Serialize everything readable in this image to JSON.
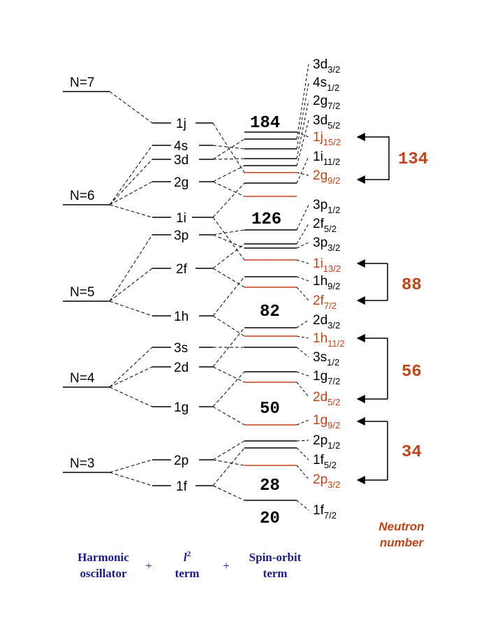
{
  "oscillator_levels": [
    {
      "label": "N=7"
    },
    {
      "label": "N=6"
    },
    {
      "label": "N=5"
    },
    {
      "label": "N=4"
    },
    {
      "label": "N=3"
    }
  ],
  "l2_levels": [
    {
      "label": "1j"
    },
    {
      "label": "4s"
    },
    {
      "label": "3d"
    },
    {
      "label": "2g"
    },
    {
      "label": "1i"
    },
    {
      "label": "3p"
    },
    {
      "label": "2f"
    },
    {
      "label": "1h"
    },
    {
      "label": "3s"
    },
    {
      "label": "2d"
    },
    {
      "label": "1g"
    },
    {
      "label": "2p"
    },
    {
      "label": "1f"
    }
  ],
  "so_levels": [
    {
      "main": "3d",
      "sub": "3/2",
      "red": false
    },
    {
      "main": "4s",
      "sub": "1/2",
      "red": false
    },
    {
      "main": "2g",
      "sub": "7/2",
      "red": false
    },
    {
      "main": "3d",
      "sub": "5/2",
      "red": false
    },
    {
      "main": "1j",
      "sub": "15/2",
      "red": true
    },
    {
      "main": "1i",
      "sub": "11/2",
      "red": false
    },
    {
      "main": "2g",
      "sub": "9/2",
      "red": true
    },
    {
      "main": "3p",
      "sub": "1/2",
      "red": false
    },
    {
      "main": "2f",
      "sub": "5/2",
      "red": false
    },
    {
      "main": "3p",
      "sub": "3/2",
      "red": false
    },
    {
      "main": "1i",
      "sub": "13/2",
      "red": true
    },
    {
      "main": "1h",
      "sub": "9/2",
      "red": false
    },
    {
      "main": "2f",
      "sub": "7/2",
      "red": true
    },
    {
      "main": "2d",
      "sub": "3/2",
      "red": false
    },
    {
      "main": "1h",
      "sub": "11/2",
      "red": true
    },
    {
      "main": "3s",
      "sub": "1/2",
      "red": false
    },
    {
      "main": "1g",
      "sub": "7/2",
      "red": false
    },
    {
      "main": "2d",
      "sub": "5/2",
      "red": true
    },
    {
      "main": "1g",
      "sub": "9/2",
      "red": true
    },
    {
      "main": "2p",
      "sub": "1/2",
      "red": false
    },
    {
      "main": "1f",
      "sub": "5/2",
      "red": false
    },
    {
      "main": "2p",
      "sub": "3/2",
      "red": true
    },
    {
      "main": "1f",
      "sub": "7/2",
      "red": false
    }
  ],
  "magic_numbers": [
    "184",
    "126",
    "82",
    "50",
    "28",
    "20"
  ],
  "neutron_numbers": [
    "134",
    "88",
    "56",
    "34"
  ],
  "captions": {
    "oscillator_line1": "Harmonic",
    "oscillator_line2": "oscillator",
    "plus": "+",
    "l2_symbol": "l",
    "l2_power": "2",
    "l2_line2": "term",
    "so_line1": "Spin-orbit",
    "so_line2": "term",
    "neutron_line1": "Neutron",
    "neutron_line2": "number"
  },
  "colors": {
    "highlight": "#c0441a",
    "caption": "#1a1a8c"
  }
}
